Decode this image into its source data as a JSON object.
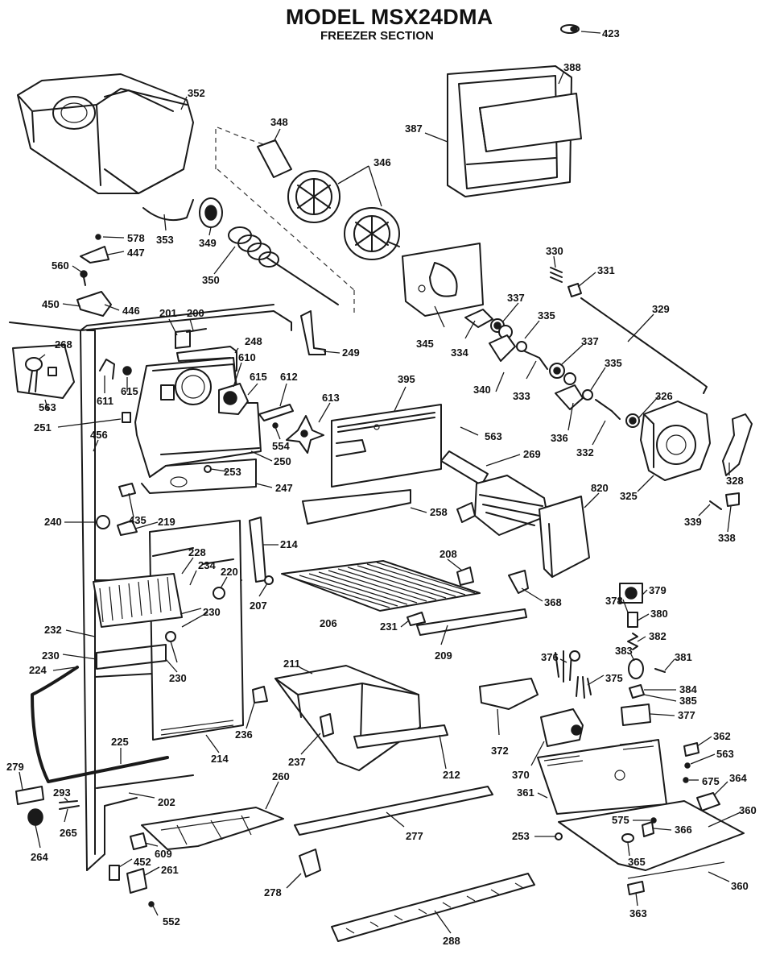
{
  "header": {
    "title": "MODEL MSX24DMA",
    "subtitle": "FREEZER SECTION"
  },
  "colors": {
    "ink": "#1a1a1a",
    "paper": "#ffffff"
  },
  "callouts": [
    {
      "id": "c423",
      "label": "423"
    },
    {
      "id": "c352",
      "label": "352"
    },
    {
      "id": "c388",
      "label": "388"
    },
    {
      "id": "c387",
      "label": "387"
    },
    {
      "id": "c348",
      "label": "348"
    },
    {
      "id": "c346",
      "label": "346"
    },
    {
      "id": "c353",
      "label": "353"
    },
    {
      "id": "c349",
      "label": "349"
    },
    {
      "id": "c578",
      "label": "578"
    },
    {
      "id": "c447",
      "label": "447"
    },
    {
      "id": "c560",
      "label": "560"
    },
    {
      "id": "c350",
      "label": "350"
    },
    {
      "id": "c330",
      "label": "330"
    },
    {
      "id": "c331",
      "label": "331"
    },
    {
      "id": "c450",
      "label": "450"
    },
    {
      "id": "c446",
      "label": "446"
    },
    {
      "id": "c201",
      "label": "201"
    },
    {
      "id": "c200",
      "label": "200"
    },
    {
      "id": "c249",
      "label": "249"
    },
    {
      "id": "c345",
      "label": "345"
    },
    {
      "id": "c337a",
      "label": "337"
    },
    {
      "id": "c335a",
      "label": "335"
    },
    {
      "id": "c329",
      "label": "329"
    },
    {
      "id": "c268",
      "label": "268"
    },
    {
      "id": "c248",
      "label": "248"
    },
    {
      "id": "c610",
      "label": "610"
    },
    {
      "id": "c334",
      "label": "334"
    },
    {
      "id": "c337b",
      "label": "337"
    },
    {
      "id": "c335b",
      "label": "335"
    },
    {
      "id": "c611",
      "label": "611"
    },
    {
      "id": "c615a",
      "label": "615"
    },
    {
      "id": "c615b",
      "label": "615"
    },
    {
      "id": "c612",
      "label": "612"
    },
    {
      "id": "c395",
      "label": "395"
    },
    {
      "id": "c340",
      "label": "340"
    },
    {
      "id": "c333",
      "label": "333"
    },
    {
      "id": "c326",
      "label": "326"
    },
    {
      "id": "c563a",
      "label": "563"
    },
    {
      "id": "c613",
      "label": "613"
    },
    {
      "id": "c251",
      "label": "251"
    },
    {
      "id": "c554",
      "label": "554"
    },
    {
      "id": "c563b",
      "label": "563"
    },
    {
      "id": "c336",
      "label": "336"
    },
    {
      "id": "c332",
      "label": "332"
    },
    {
      "id": "c456",
      "label": "456"
    },
    {
      "id": "c250",
      "label": "250"
    },
    {
      "id": "c269",
      "label": "269"
    },
    {
      "id": "c253a",
      "label": "253"
    },
    {
      "id": "c328",
      "label": "328"
    },
    {
      "id": "c247",
      "label": "247"
    },
    {
      "id": "c820",
      "label": "820"
    },
    {
      "id": "c325",
      "label": "325"
    },
    {
      "id": "c258",
      "label": "258"
    },
    {
      "id": "c435",
      "label": "435"
    },
    {
      "id": "c219",
      "label": "219"
    },
    {
      "id": "c240",
      "label": "240"
    },
    {
      "id": "c339",
      "label": "339"
    },
    {
      "id": "c338",
      "label": "338"
    },
    {
      "id": "c214a",
      "label": "214"
    },
    {
      "id": "c228",
      "label": "228"
    },
    {
      "id": "c208",
      "label": "208"
    },
    {
      "id": "c234",
      "label": "234"
    },
    {
      "id": "c220",
      "label": "220"
    },
    {
      "id": "c368",
      "label": "368"
    },
    {
      "id": "c379",
      "label": "379"
    },
    {
      "id": "c378",
      "label": "378"
    },
    {
      "id": "c207",
      "label": "207"
    },
    {
      "id": "c380",
      "label": "380"
    },
    {
      "id": "c230a",
      "label": "230"
    },
    {
      "id": "c206",
      "label": "206"
    },
    {
      "id": "c382",
      "label": "382"
    },
    {
      "id": "c232",
      "label": "232"
    },
    {
      "id": "c231",
      "label": "231"
    },
    {
      "id": "c209",
      "label": "209"
    },
    {
      "id": "c381",
      "label": "381"
    },
    {
      "id": "c383",
      "label": "383"
    },
    {
      "id": "c230b",
      "label": "230"
    },
    {
      "id": "c376",
      "label": "376"
    },
    {
      "id": "c224",
      "label": "224"
    },
    {
      "id": "c230c",
      "label": "230"
    },
    {
      "id": "c211",
      "label": "211"
    },
    {
      "id": "c375",
      "label": "375"
    },
    {
      "id": "c384",
      "label": "384"
    },
    {
      "id": "c385",
      "label": "385"
    },
    {
      "id": "c377",
      "label": "377"
    },
    {
      "id": "c236",
      "label": "236"
    },
    {
      "id": "c225",
      "label": "225"
    },
    {
      "id": "c214b",
      "label": "214"
    },
    {
      "id": "c237",
      "label": "237"
    },
    {
      "id": "c212",
      "label": "212"
    },
    {
      "id": "c372",
      "label": "372"
    },
    {
      "id": "c362",
      "label": "362"
    },
    {
      "id": "c563c",
      "label": "563"
    },
    {
      "id": "c370",
      "label": "370"
    },
    {
      "id": "c675",
      "label": "675"
    },
    {
      "id": "c364",
      "label": "364"
    },
    {
      "id": "c279",
      "label": "279"
    },
    {
      "id": "c260",
      "label": "260"
    },
    {
      "id": "c361",
      "label": "361"
    },
    {
      "id": "c293",
      "label": "293"
    },
    {
      "id": "c202",
      "label": "202"
    },
    {
      "id": "c360a",
      "label": "360"
    },
    {
      "id": "c575",
      "label": "575"
    },
    {
      "id": "c265",
      "label": "265"
    },
    {
      "id": "c277",
      "label": "277"
    },
    {
      "id": "c253b",
      "label": "253"
    },
    {
      "id": "c366",
      "label": "366"
    },
    {
      "id": "c264",
      "label": "264"
    },
    {
      "id": "c609",
      "label": "609"
    },
    {
      "id": "c452",
      "label": "452"
    },
    {
      "id": "c365",
      "label": "365"
    },
    {
      "id": "c261",
      "label": "261"
    },
    {
      "id": "c360b",
      "label": "360"
    },
    {
      "id": "c278",
      "label": "278"
    },
    {
      "id": "c363",
      "label": "363"
    },
    {
      "id": "c552",
      "label": "552"
    },
    {
      "id": "c288",
      "label": "288"
    }
  ]
}
